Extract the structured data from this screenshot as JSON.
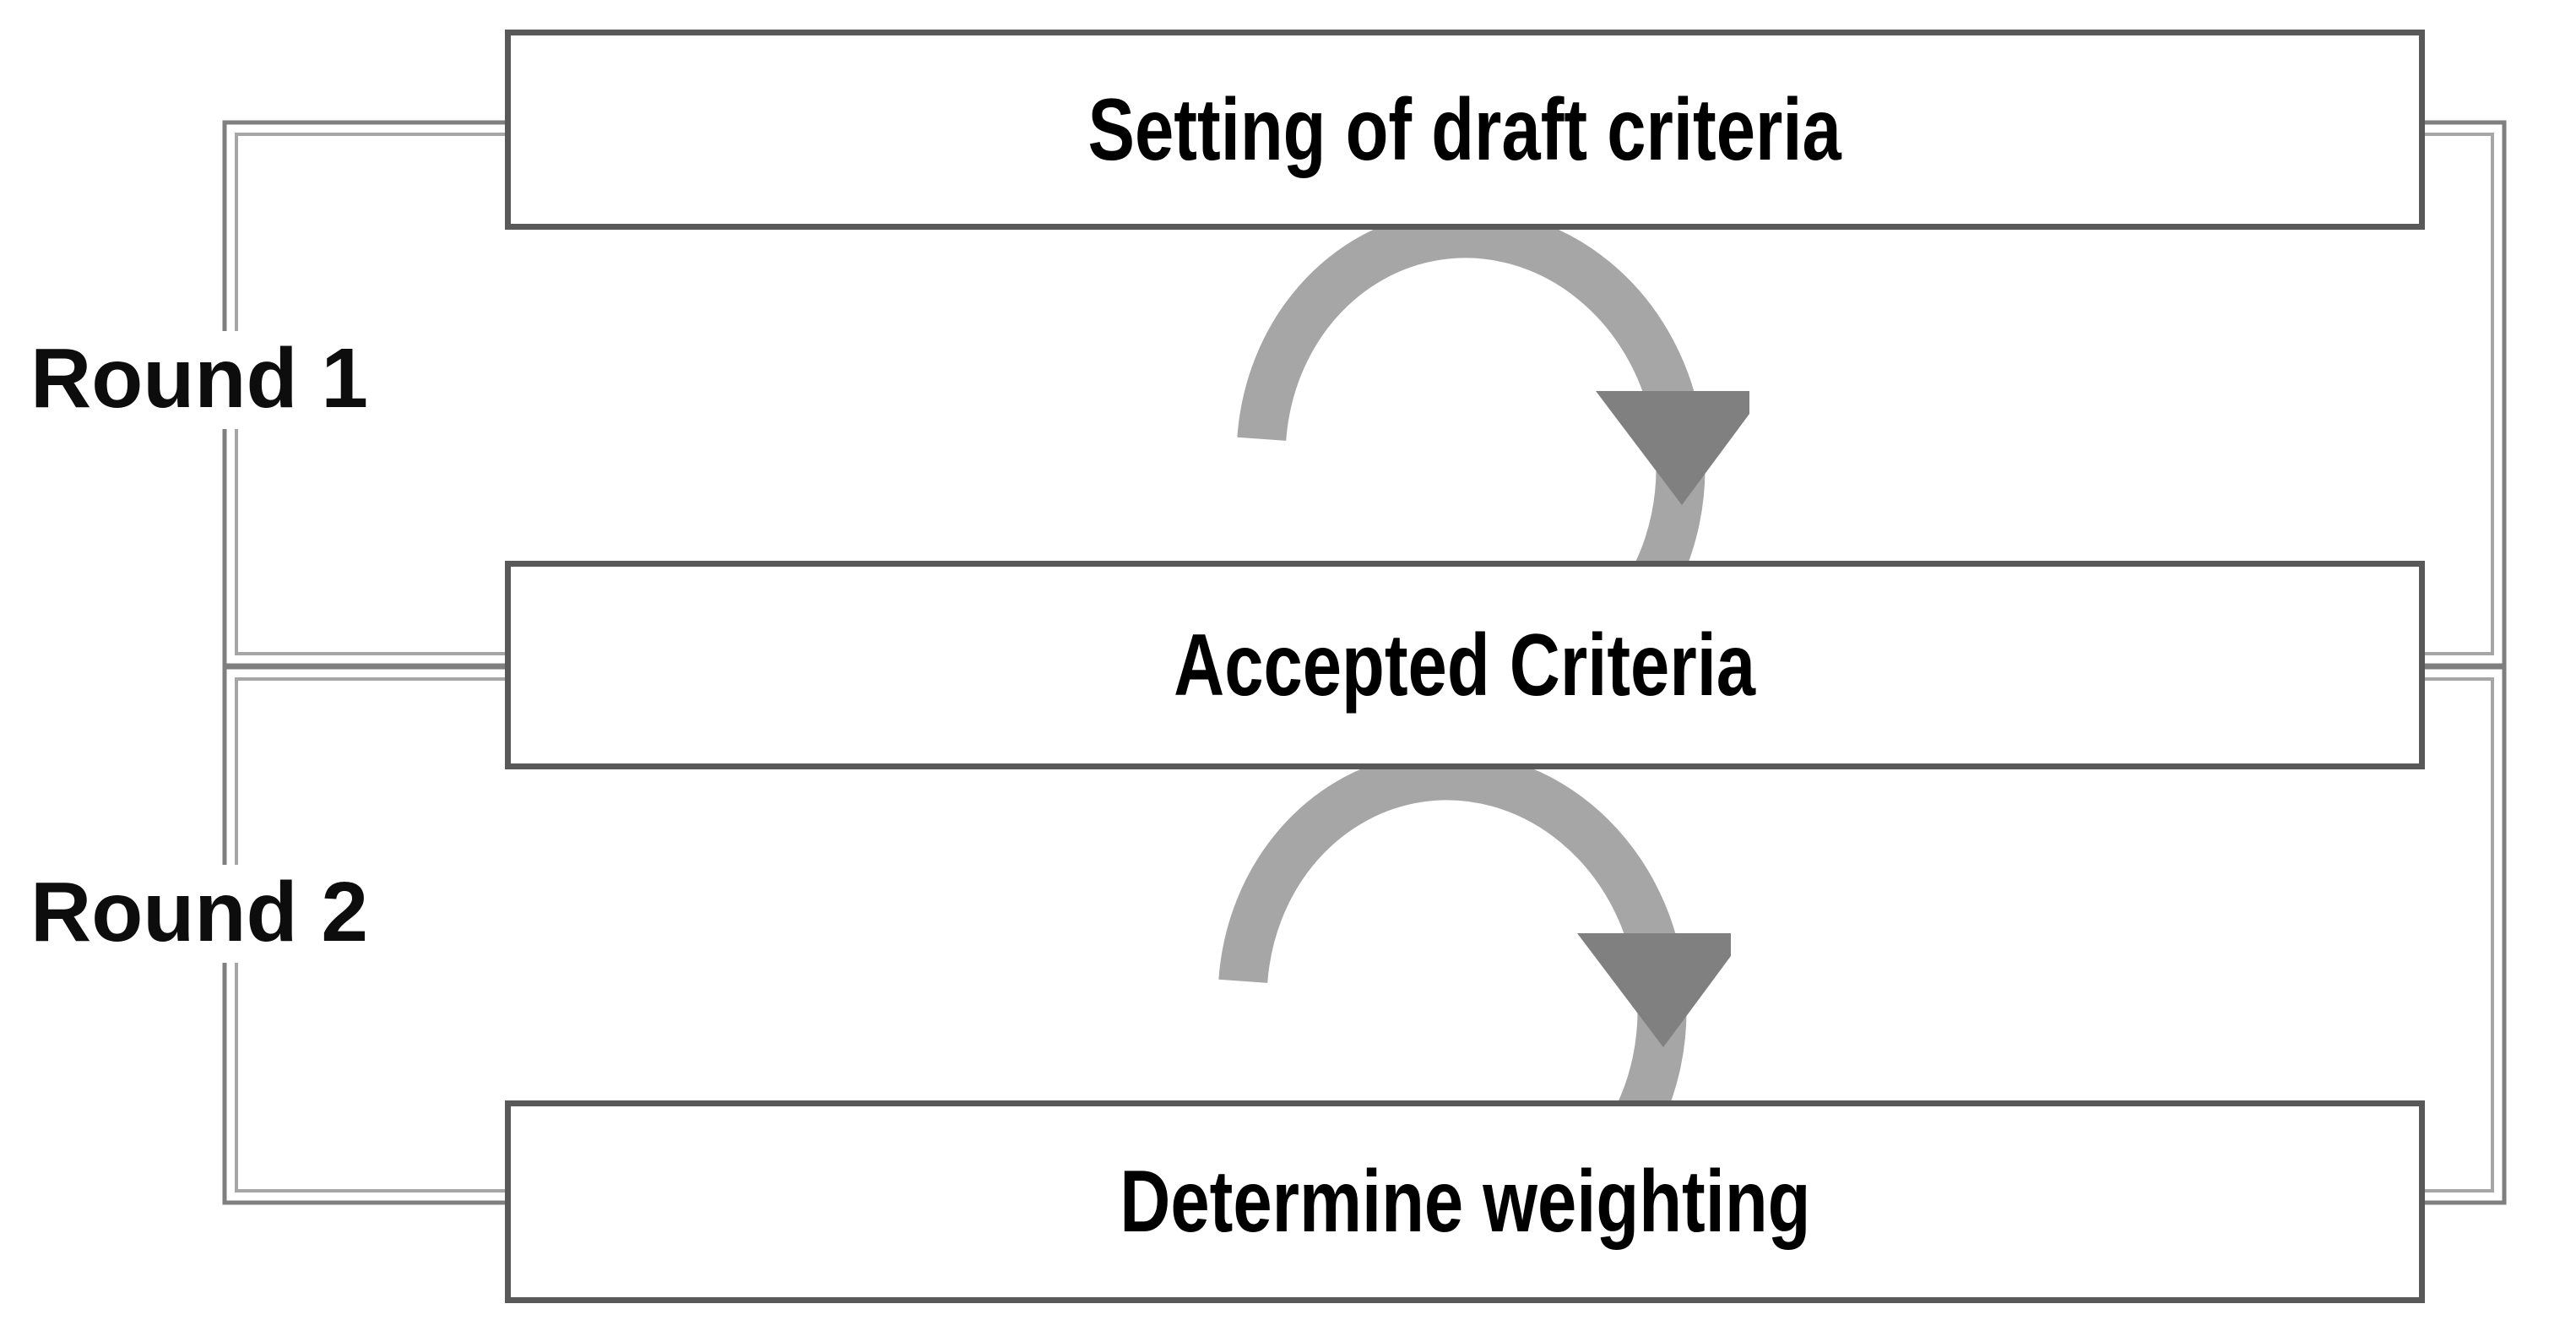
{
  "diagram": {
    "title": "Two-round Delphi process diagram",
    "type": "flow-diagram",
    "background_color": "#ffffff",
    "box_border_color": "#595959",
    "bracket_color": "#7f7f7f",
    "arrow_ring_color": "#a6a6a6",
    "arrow_head_color": "#808080",
    "text_color": "#000000"
  },
  "boxes": [
    {
      "id": "box-top",
      "label": "Setting of draft criteria"
    },
    {
      "id": "box-mid",
      "label": "Accepted Criteria"
    },
    {
      "id": "box-bottom",
      "label": "Determine weighting"
    }
  ],
  "rounds": [
    {
      "id": "round-1",
      "label": "Round 1",
      "spans": [
        "Setting of draft criteria",
        "Accepted Criteria"
      ]
    },
    {
      "id": "round-2",
      "label": "Round 2",
      "spans": [
        "Accepted Criteria",
        "Determine weighting"
      ]
    }
  ],
  "arrows": [
    {
      "id": "cycle-arrow-1",
      "kind": "circular-iteration-arrow",
      "direction": "clockwise",
      "between": [
        "Setting of draft criteria",
        "Accepted Criteria"
      ]
    },
    {
      "id": "cycle-arrow-2",
      "kind": "circular-iteration-arrow",
      "direction": "clockwise",
      "between": [
        "Accepted Criteria",
        "Determine weighting"
      ]
    }
  ],
  "brackets": [
    {
      "id": "bracket-round-1-left",
      "side": "left",
      "for": "Round 1"
    },
    {
      "id": "bracket-round-1-right",
      "side": "right",
      "for": "Round 1"
    },
    {
      "id": "bracket-round-2-left",
      "side": "left",
      "for": "Round 2"
    },
    {
      "id": "bracket-round-2-right",
      "side": "right",
      "for": "Round 2"
    }
  ]
}
